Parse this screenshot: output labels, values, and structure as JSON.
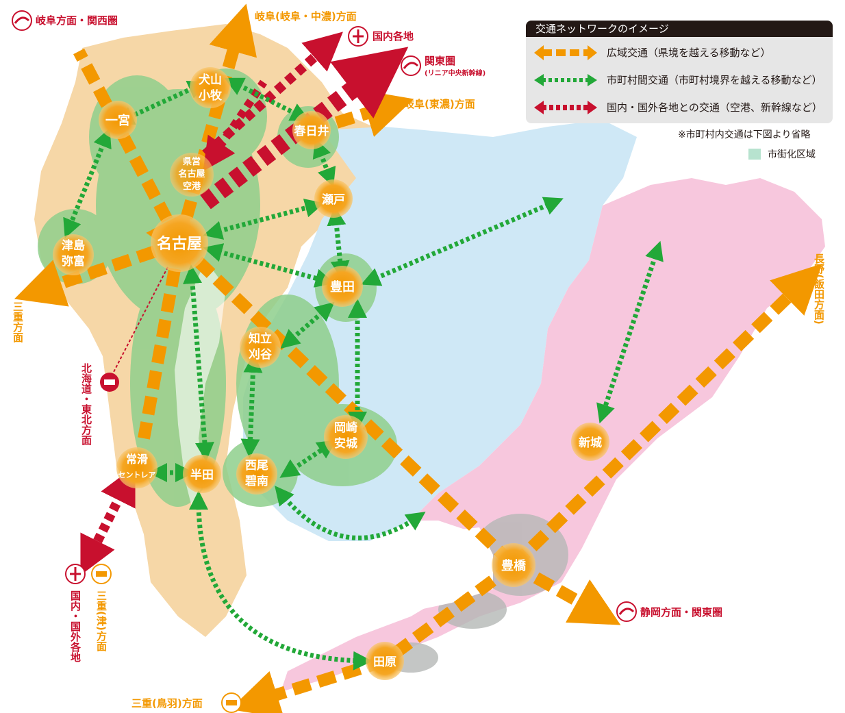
{
  "legend": {
    "title": "交通ネットワークのイメージ",
    "items": [
      {
        "label": "広域交通（県境を越える移動など）",
        "color": "#f39800"
      },
      {
        "label": "市町村間交通（市町村境界を越える移動など）",
        "color": "#22a838"
      },
      {
        "label": "国内・国外各地との交通（空港、新幹線など）",
        "color": "#c8102e"
      }
    ],
    "note": "※市町村内交通は下図より省略",
    "urban_area_label": "市街化区域",
    "urban_area_color": "#b7e3cf"
  },
  "cities": {
    "nagoya": "名古屋",
    "ichinomiya": "一宮",
    "inuyama": [
      "犬山",
      "小牧"
    ],
    "kasugai": "春日井",
    "airport": [
      "県営",
      "名古屋",
      "空港"
    ],
    "seto": "瀬戸",
    "tsushima": [
      "津島",
      "弥富"
    ],
    "toyota": "豊田",
    "chiryu": [
      "知立",
      "刈谷"
    ],
    "okazaki": [
      "岡崎",
      "安城"
    ],
    "nishio": [
      "西尾",
      "碧南"
    ],
    "handa": "半田",
    "tokoname": [
      "常滑",
      "セントレア"
    ],
    "shinshiro": "新城",
    "toyohashi": "豊橋",
    "tahara": "田原"
  },
  "destinations": {
    "gifu_kansai": "岐阜方面・関西圏",
    "gifu_chuno": "岐阜(岐阜・中濃)方面",
    "domestic": "国内各地",
    "kanto": "関東圏",
    "linear": "(リニア中央新幹線)",
    "gifu_tono": "岐阜(東濃)方面",
    "mie": "三重方面",
    "hokkaido": "北海道・東北方面",
    "nagano": "長野(飯田方面)",
    "international": "国内・国外各地",
    "mie_tsu": "三重(津)方面",
    "mie_toba": "三重(鳥羽)方面",
    "shizuoka": "静岡方面・関東圏"
  },
  "colors": {
    "orange": "#f39800",
    "green": "#22a838",
    "red": "#c8102e",
    "region_west": "#f6d7a7",
    "region_mid": "#cfe8f6",
    "region_east": "#f7c7dd",
    "urban": "#8fcf8c"
  }
}
